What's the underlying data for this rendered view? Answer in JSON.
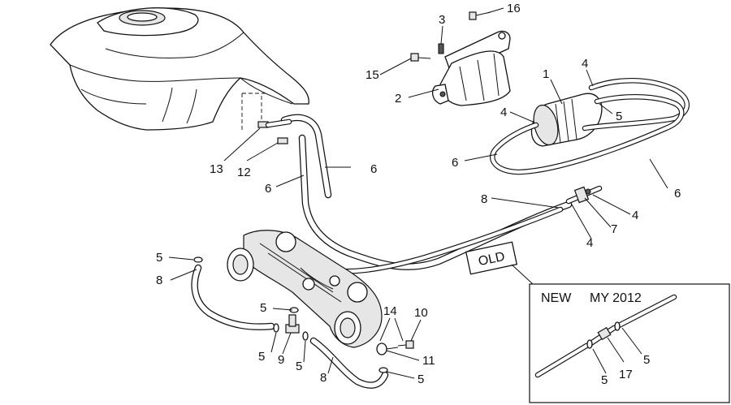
{
  "callouts": [
    {
      "id": "c1",
      "text": "1"
    },
    {
      "id": "c2",
      "text": "2"
    },
    {
      "id": "c3",
      "text": "3"
    },
    {
      "id": "c4a",
      "text": "4"
    },
    {
      "id": "c4b",
      "text": "4"
    },
    {
      "id": "c4c",
      "text": "4"
    },
    {
      "id": "c4d",
      "text": "4"
    },
    {
      "id": "c5a",
      "text": "5"
    },
    {
      "id": "c5b",
      "text": "5"
    },
    {
      "id": "c5c",
      "text": "5"
    },
    {
      "id": "c5d",
      "text": "5"
    },
    {
      "id": "c5e",
      "text": "5"
    },
    {
      "id": "c5f",
      "text": "5"
    },
    {
      "id": "c5g",
      "text": "5"
    },
    {
      "id": "c5h",
      "text": "5"
    },
    {
      "id": "c6a",
      "text": "6"
    },
    {
      "id": "c6b",
      "text": "6"
    },
    {
      "id": "c6c",
      "text": "6"
    },
    {
      "id": "c6d",
      "text": "6"
    },
    {
      "id": "c7",
      "text": "7"
    },
    {
      "id": "c8a",
      "text": "8"
    },
    {
      "id": "c8b",
      "text": "8"
    },
    {
      "id": "c8c",
      "text": "8"
    },
    {
      "id": "c9",
      "text": "9"
    },
    {
      "id": "c10",
      "text": "10"
    },
    {
      "id": "c11",
      "text": "11"
    },
    {
      "id": "c12",
      "text": "12"
    },
    {
      "id": "c13",
      "text": "13"
    },
    {
      "id": "c14",
      "text": "14"
    },
    {
      "id": "c15",
      "text": "15"
    },
    {
      "id": "c16",
      "text": "16"
    },
    {
      "id": "c17",
      "text": "17"
    }
  ],
  "old_label": "OLD",
  "inset": {
    "new_label": "NEW",
    "my_label": "MY 2012"
  }
}
